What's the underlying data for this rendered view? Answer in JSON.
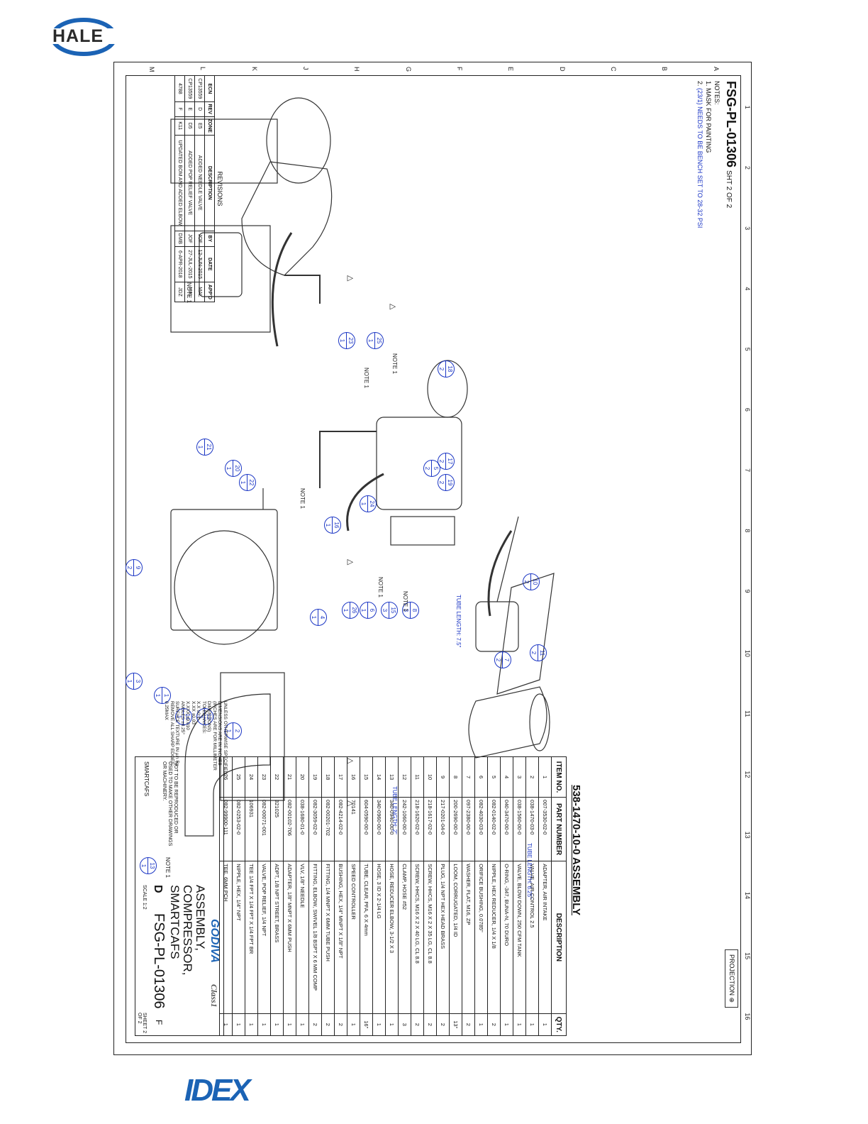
{
  "logos": {
    "hale": "HALE",
    "idex": "IDEX"
  },
  "sheet": {
    "title": "FSG-PL-01306",
    "sheet_label": "SHT 2 OF 2",
    "notes_heading": "NOTES:",
    "note1": "1.   MASK FOR PAINTING",
    "note2_prefix": "2.",
    "note2_callout_top": "23",
    "note2_callout_bottom": "1",
    "note2_text": "NEEDS TO BE BENCH SET TO 28-32 PSI",
    "projection": "PROJECTION",
    "assembly_title": "538-1470-10-0 ASSEMBLY"
  },
  "zones": {
    "cols": [
      "1",
      "2",
      "3",
      "4",
      "5",
      "6",
      "7",
      "8",
      "9",
      "10",
      "11",
      "12",
      "13",
      "14",
      "15",
      "16"
    ],
    "rows": [
      "A",
      "B",
      "C",
      "D",
      "E",
      "F",
      "G",
      "H",
      "J",
      "K",
      "L",
      "M"
    ]
  },
  "parts": {
    "headers": [
      "ITEM NO.",
      "PART NUMBER",
      "DESCRIPTION",
      "QTY."
    ],
    "rows": [
      [
        "1",
        "007-3530-02-0",
        "ADAPTER, AIR INTAKE",
        "1"
      ],
      [
        "2",
        "038-1470-03-0",
        "VALVE, AIR CONTROL 2.5",
        "1"
      ],
      [
        "3",
        "038-1560-00-0",
        "VALVE, BLOW DOWN, 250 CFM TANK",
        "1"
      ],
      [
        "4",
        "040-3470-00-0",
        "O-RING, -347, BUNA-N, 70 DURO",
        "1"
      ],
      [
        "5",
        "082-0140-02-0",
        "NIPPLE, HEX REDUCER, 1/4 X 1/8",
        "2"
      ],
      [
        "6",
        "082-4030-03-0",
        "ORIFICE BUSHING, 0.0785\"",
        "1"
      ],
      [
        "7",
        "097-2380-00-0",
        "WASHER, FLAT, M16, ZP",
        "2"
      ],
      [
        "8",
        "200-2690-00-0",
        "LOOM, CORRUGATED, 1/4 ID",
        "13\""
      ],
      [
        "9",
        "217-0201-04-0",
        "PLUG, 1/4 NPT HEX HEAD BRASS",
        "2"
      ],
      [
        "10",
        "218-1617-02-0",
        "SCREW, HHCS, M16 X 2 X 35 LG, CL 8.8",
        "2"
      ],
      [
        "11",
        "218-1620-02-0",
        "SCREW, HHCS, M16 X 2 X 40 LG, CL 8.8",
        "2"
      ],
      [
        "12",
        "242-1060-00-0",
        "CLAMP, HOSE #52",
        "3"
      ],
      [
        "13",
        "340-0940-00-0",
        "HOSE, REDUCER ELBOW, 3-1/2 X 3",
        "1"
      ],
      [
        "14",
        "340-0960-00-0",
        "HOSE, 3 ID X 2-1/4 LG",
        "1"
      ],
      [
        "15",
        "604-0590-00-0",
        "TUBE, CLEAR, PFA, 6 X 4mm",
        "16\""
      ],
      [
        "16",
        "70141",
        "SPEED CONTROLLER",
        "1"
      ],
      [
        "17",
        "082-4214-02-0",
        "BUSHING, HEX, 1/4\" MNPT X 1/8\" NPT",
        "2"
      ],
      [
        "18",
        "082-00201-702",
        "FITTING, 1/4 MNPT X 6MM TUBE PUSH",
        "2"
      ],
      [
        "19",
        "082-3059-02-0",
        "FITTING, ELBOW, SWIVEL 1/8 BSPT X 6 MM COMP",
        "2"
      ],
      [
        "20",
        "038-1680-01-0",
        "VLV, 1/8\" NEEDLE",
        "1"
      ],
      [
        "21",
        "082-00102-706",
        "ADAPTER, 1/8\" MNPT X 6MM PUSH",
        "1"
      ],
      [
        "22",
        "321025",
        "ADPT, 1/8 NPT STREET, BRASS",
        "1"
      ],
      [
        "23",
        "082-00071-001",
        "VALVE, POP RELIEF, 1/4 NPT",
        "1"
      ],
      [
        "24",
        "106931",
        "TEE 1/4 FPT X 1/4 FPT X 1/4 FPT BR",
        "1"
      ],
      [
        "25",
        "082-0253-02-0",
        "NIPPLE, HEX, 1/4\" NPT",
        "1"
      ],
      [
        "26",
        "082-99900-111",
        "TEE, 6MM PCH",
        "1"
      ]
    ]
  },
  "title_block": {
    "godiva": "GODIVA",
    "class1": "Class1",
    "description_line1": "ASSEMBLY, COMPRESSOR,",
    "description_line2": "SMARTCAFS",
    "size": "D",
    "drawing_number": "FSG-PL-01306",
    "rev": "F",
    "scale": "SCALE 1:2",
    "sheet": "SHEET 2 OF 2",
    "family": "SMARTCAFS",
    "proprietary": "NOT TO BE REPRODUCED OR USED TO MAKE OTHER DRAWINGS OR MACHINERY."
  },
  "tolerances": {
    "lines": [
      "UNLESS OTHERWISE SPECIFIED:",
      "DIMENSIONS ARE IN INCHES",
      "(INCHES ARE FOR MILLIMETER DIMENSIONS)",
      "TOLERANCES:",
      "X.X ±0.1",
      "X.XX ±0.03",
      "X.XXX ±0.010",
      "ANGLES ±0.25°",
      "SURFACE TEXTURE IN µin Ra",
      "REMOVE ALL SHARP EDGES: 0.25MAX"
    ]
  },
  "revisions": {
    "title": "REVISIONS",
    "headers": [
      "ECN",
      "REV",
      "ZONE",
      "DESCRIPTION",
      "BY",
      "DATE",
      "APP'D"
    ],
    "rows": [
      [
        "CP13559",
        "D",
        "E5",
        "ADDED NEEDLE VALVE",
        "JOF",
        "12-JUN-2015",
        "MAL"
      ],
      [
        "CP13559",
        "E",
        "D5",
        "ADDED POP RELIEF VALVE",
        "JOF",
        "27-JUL-2015",
        "MAL"
      ],
      [
        "4788",
        "F",
        "K11",
        "UPDATED BOM AND ADDED ELBOW",
        "DMB",
        "6-APR-2018",
        "JDZ"
      ]
    ]
  },
  "annotations": {
    "note": "NOTE 1",
    "tube_7_5": "TUBE LENGTH: 7.5\"",
    "tube_6_25": "TUBE LENGTH: 6.25\"",
    "tube_2": "TUBE LENGTH: 2\"",
    "triangle": "△"
  },
  "callouts": [
    {
      "top": "10",
      "bottom": "2"
    },
    {
      "top": "11",
      "bottom": "2"
    },
    {
      "top": "7",
      "bottom": "2"
    },
    {
      "top": "8",
      "bottom": "3"
    },
    {
      "top": "15",
      "bottom": "3"
    },
    {
      "top": "6",
      "bottom": "1"
    },
    {
      "top": "26",
      "bottom": "1"
    },
    {
      "top": "4",
      "bottom": "1"
    },
    {
      "top": "18",
      "bottom": "2"
    },
    {
      "top": "17",
      "bottom": "2"
    },
    {
      "top": "19",
      "bottom": "2"
    },
    {
      "top": "24",
      "bottom": "1"
    },
    {
      "top": "16",
      "bottom": "1"
    },
    {
      "top": "5",
      "bottom": "2"
    },
    {
      "top": "22",
      "bottom": "1"
    },
    {
      "top": "20",
      "bottom": "1"
    },
    {
      "top": "21",
      "bottom": "1"
    },
    {
      "top": "25",
      "bottom": "1"
    },
    {
      "top": "23",
      "bottom": "1"
    },
    {
      "top": "2",
      "bottom": "1"
    },
    {
      "top": "12",
      "bottom": "3"
    },
    {
      "top": "14",
      "bottom": "1"
    },
    {
      "top": "1",
      "bottom": "1"
    },
    {
      "top": "13",
      "bottom": "1"
    },
    {
      "top": "3",
      "bottom": "1"
    },
    {
      "top": "9",
      "bottom": "2"
    }
  ]
}
